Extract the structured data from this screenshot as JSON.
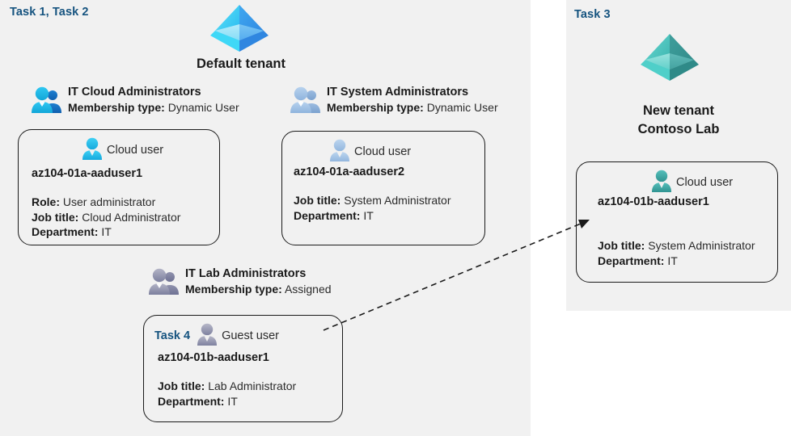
{
  "panels": {
    "left": {
      "task_label": "Task 1, Task 2"
    },
    "right": {
      "task_label": "Task 3"
    }
  },
  "tenants": [
    {
      "icon": "azure-tenant-icon",
      "caption": "Default tenant",
      "color": "#3ea0ef"
    },
    {
      "icon": "azure-tenant-icon",
      "caption_line1": "New  tenant",
      "caption_line2": "Contoso Lab",
      "color": "#45b3b0"
    }
  ],
  "groups": [
    {
      "name": "IT Cloud Administrators",
      "membership_label": "Membership type:",
      "membership_value": "Dynamic User",
      "icon": "group-users-icon",
      "color": "#22b5ec"
    },
    {
      "name": "IT System Administrators",
      "membership_label": "Membership type:",
      "membership_value": "Dynamic User",
      "icon": "group-users-icon",
      "color": "#9fc0e3"
    },
    {
      "name": "IT Lab Administrators",
      "membership_label": "Membership type:",
      "membership_value": "Assigned",
      "icon": "group-users-icon",
      "color": "#8b8da8"
    }
  ],
  "cards": [
    {
      "user_type": "Cloud user",
      "name": "az104-01a-aaduser1",
      "icon": "cloud-user-icon",
      "color": "#22b5ec",
      "props": [
        {
          "label": "Role:",
          "value": "User administrator"
        },
        {
          "label": "Job title:",
          "value": "Cloud Administrator"
        },
        {
          "label": "Department:",
          "value": "IT"
        }
      ]
    },
    {
      "user_type": "Cloud user",
      "name": "az104-01a-aaduser2",
      "icon": "cloud-user-icon",
      "color": "#9fc0e3",
      "props": [
        {
          "label": "Job title:",
          "value": "System Administrator"
        },
        {
          "label": "Department:",
          "value": "IT"
        }
      ]
    },
    {
      "task": "Task 4",
      "user_type": "Guest user",
      "name": "az104-01b-aaduser1",
      "icon": "guest-user-icon",
      "color": "#8b8da8",
      "props": [
        {
          "label": "Job title:",
          "value": "Lab Administrator"
        },
        {
          "label": "Department:",
          "value": "IT"
        }
      ]
    },
    {
      "user_type": "Cloud user",
      "name": "az104-01b-aaduser1",
      "icon": "cloud-user-icon",
      "color": "#3aa6a3",
      "props": [
        {
          "label": "Job title:",
          "value": "System Administrator"
        },
        {
          "label": "Department:",
          "value": "IT"
        }
      ]
    }
  ],
  "connector": {
    "name": "invite-guest-arrow",
    "style": "dashed-arrow",
    "color": "#1a1a1a"
  },
  "colors": {
    "panel_background": "#f1f1f1",
    "task_label": "#15537f",
    "text": "#1a1a1a"
  }
}
